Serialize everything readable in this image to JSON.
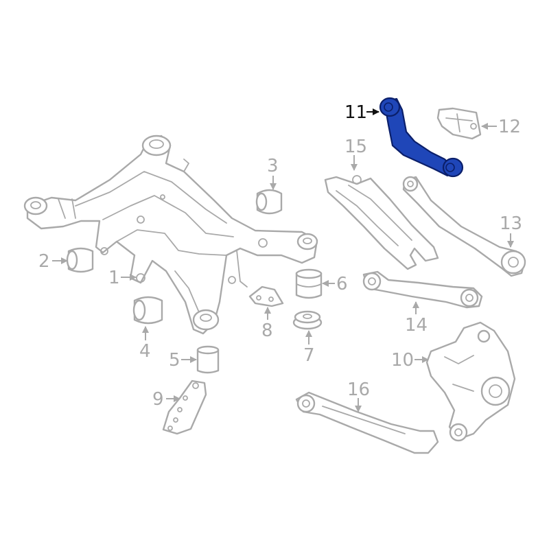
{
  "colors": {
    "line_gray": "#a9a9a9",
    "highlight_blue": "#1f46b8",
    "highlight_outline": "#0b1f6a",
    "highlight_label": "#111111"
  },
  "callouts": {
    "c1": "1",
    "c2": "2",
    "c3": "3",
    "c4": "4",
    "c5": "5",
    "c6": "6",
    "c7": "7",
    "c8": "8",
    "c9": "9",
    "c10": "10",
    "c11": "11",
    "c12": "12",
    "c13": "13",
    "c14": "14",
    "c15": "15",
    "c16": "16"
  },
  "highlighted_part": "11"
}
